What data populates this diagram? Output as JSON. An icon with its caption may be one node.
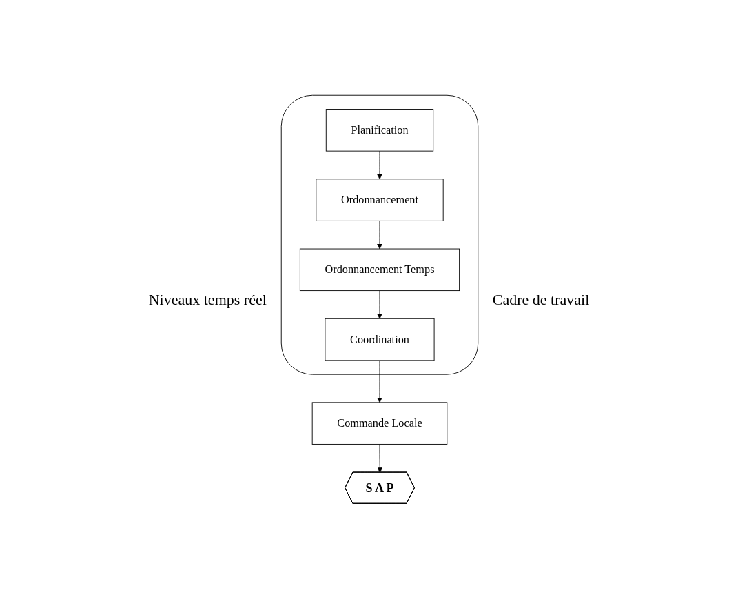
{
  "diagram": {
    "nodes": [
      {
        "text": [],
        "shape": "box"
      },
      {
        "text": [
          "Planification"
        ],
        "in": 0
      },
      {
        "text": [
          "Ordonnancement"
        ],
        "in": 0
      },
      {
        "text": [
          "Ordonnancement Temps"
        ],
        "in": 0
      },
      {
        "text": [
          "Coordination"
        ],
        "in": 0
      },
      {
        "text": [
          "Commande Locale"
        ]
      },
      {
        "text": [
          "S A P"
        ]
      }
    ],
    "edges": [
      {
        "from": 1,
        "to": 2,
        "arrow": "to"
      },
      {
        "from": 2,
        "to": 3,
        "arrow": "to"
      },
      {
        "from": 3,
        "to": 4,
        "arrow": "to"
      },
      {
        "from": 4,
        "to": 5,
        "arrow": "to"
      },
      {
        "from": 5,
        "to": 6,
        "arrow": "to"
      }
    ],
    "labels": [
      "Niveaux temps réel",
      "Cadre de travail"
    ]
  }
}
